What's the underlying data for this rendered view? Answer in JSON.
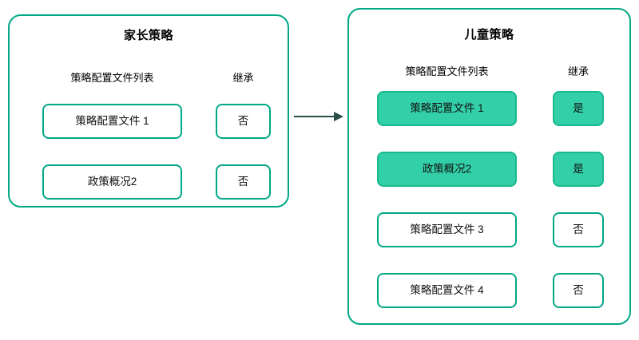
{
  "diagram": {
    "arrow": {
      "icon": "arrow-right-icon",
      "color": "#2A4F49"
    },
    "theme": {
      "border_color": "#00A885",
      "filled_color": "#33CFA8",
      "filled_border_color": "#17B98E",
      "text_color": "#111111",
      "background": "#FFFFFF"
    },
    "panels": [
      {
        "id": "parent-policy",
        "title": "家长策略",
        "headers": {
          "list": "策略配置文件列表",
          "inheritance": "继承"
        },
        "rows": [
          {
            "name": "策略配置文件 1",
            "inheritance": "否",
            "highlighted": false
          },
          {
            "name": "政策概况2",
            "inheritance": "否",
            "highlighted": false
          }
        ]
      },
      {
        "id": "child-policy",
        "title": "儿童策略",
        "headers": {
          "list": "策略配置文件列表",
          "inheritance": "继承"
        },
        "rows": [
          {
            "name": "策略配置文件 1",
            "inheritance": "是",
            "highlighted": true
          },
          {
            "name": "政策概况2",
            "inheritance": "是",
            "highlighted": true
          },
          {
            "name": "策略配置文件 3",
            "inheritance": "否",
            "highlighted": false
          },
          {
            "name": "策略配置文件 4",
            "inheritance": "否",
            "highlighted": false
          }
        ]
      }
    ]
  }
}
